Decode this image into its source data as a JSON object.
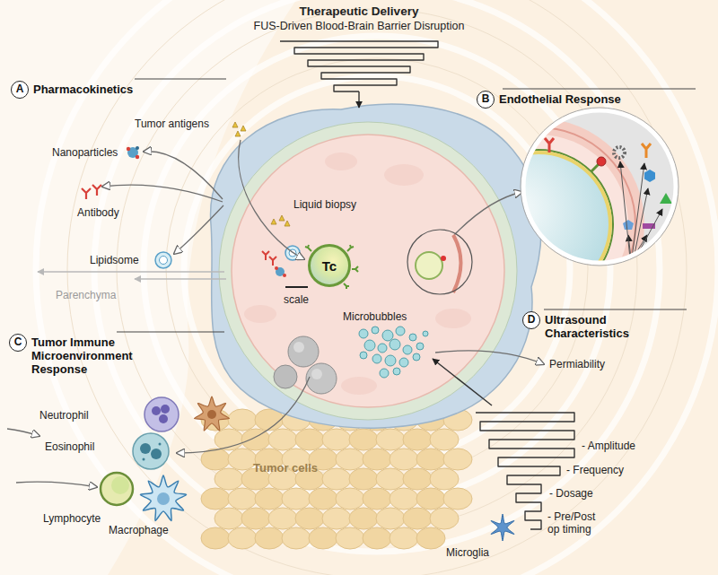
{
  "diagram": {
    "title": "Therapeutic Delivery",
    "nodes": [
      {
        "text": [
          "A",
          "Pharmacokinetics"
        ]
      },
      {
        "text": [
          "Tc"
        ]
      },
      {
        "text": [
          "B",
          "Endothelial Response"
        ]
      },
      {
        "text": [
          "C",
          "Tumor Immune Microenvironment Response"
        ]
      },
      {
        "text": [
          "D",
          "Ultrasound Characteristics"
        ]
      }
    ],
    "labels": [
      "FUS-Driven Blood-Brain Barrier Disruption",
      "Tumor antigens",
      "Nanoparticles",
      "Antibody",
      "Lipidsome",
      "Parenchyma",
      "Liquid biopsy",
      "scale",
      "Microbubbles",
      "Permiability",
      "Neutrophil",
      "Eosinophil",
      "Lymphocyte",
      "Macrophage",
      "Tumor cells",
      "Microglia",
      "- Amplitude",
      "- Frequency",
      "- Dosage",
      "- Pre/Post op timing"
    ]
  }
}
